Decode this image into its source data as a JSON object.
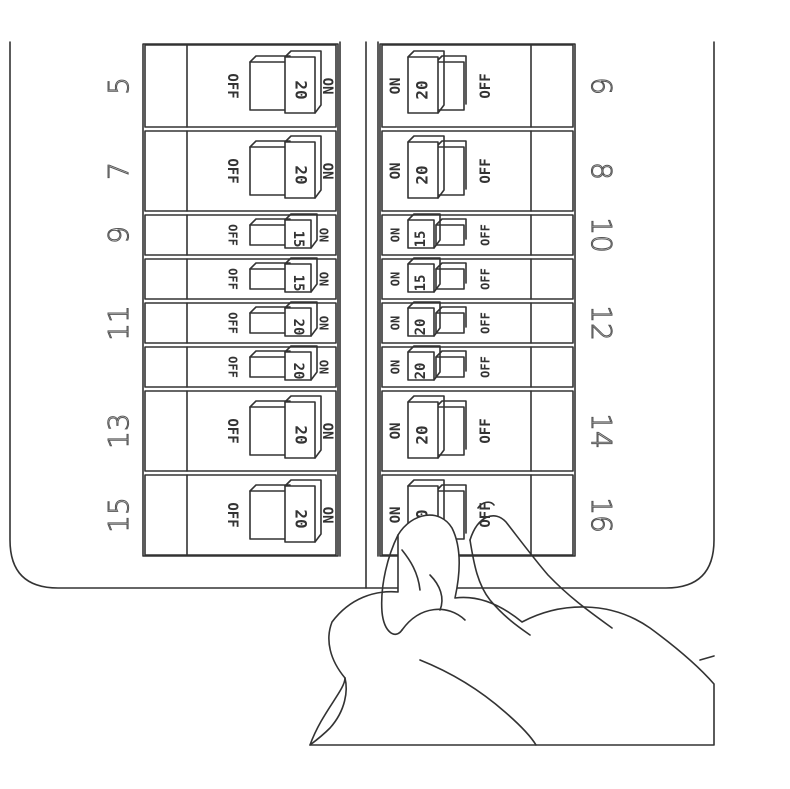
{
  "labels": {
    "on": "ON",
    "off": "OFF"
  },
  "left_column": [
    {
      "circuit": "5",
      "amps": "20"
    },
    {
      "circuit": "7",
      "amps": "20"
    },
    {
      "circuit": "9",
      "amps": "15"
    },
    {
      "circuit": "",
      "amps": "15"
    },
    {
      "circuit": "11",
      "amps": "20"
    },
    {
      "circuit": "",
      "amps": "20"
    },
    {
      "circuit": "13",
      "amps": "20"
    },
    {
      "circuit": "15",
      "amps": "20"
    }
  ],
  "right_column": [
    {
      "circuit": "6",
      "amps": "20"
    },
    {
      "circuit": "8",
      "amps": "20"
    },
    {
      "circuit": "10",
      "amps": "15"
    },
    {
      "circuit": "",
      "amps": "15"
    },
    {
      "circuit": "12",
      "amps": "20"
    },
    {
      "circuit": "",
      "amps": "20"
    },
    {
      "circuit": "14",
      "amps": "20"
    },
    {
      "circuit": "16",
      "amps": "20"
    }
  ]
}
